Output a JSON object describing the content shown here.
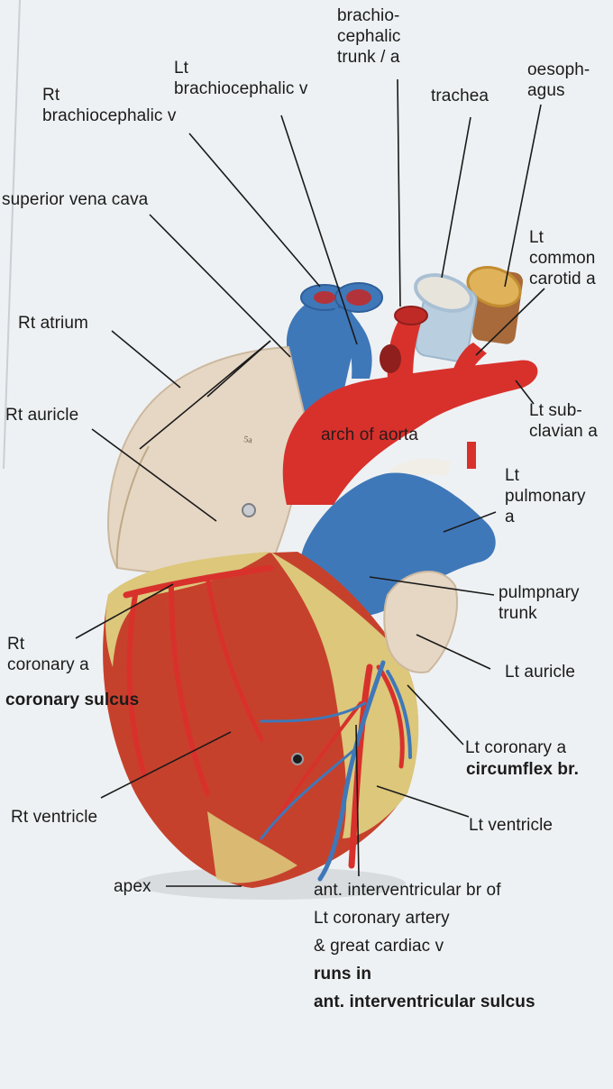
{
  "labels": {
    "brachiocephalic_trunk": "brachio-\ncephalic\ntrunk / a",
    "lt_brachiocephalic_v": "Lt\nbrachiocephalic v",
    "rt_brachiocephalic_v": "Rt\nbrachiocephalic v",
    "trachea": "trachea",
    "oesophagus": "oesoph-\nagus",
    "superior_vena_cava": "superior vena cava",
    "lt_common_carotid": "Lt\ncommon\ncarotid a",
    "rt_atrium": "Rt atrium",
    "rt_auricle": "Rt auricle",
    "lt_subclavian": "Lt sub-\nclavian a",
    "arch_of_aorta": "arch of aorta",
    "lt_pulmonary": "Lt\npulmonary\na",
    "pulmonary_trunk": "pulmpnary\ntrunk",
    "rt_coronary": "Rt\ncoronary a",
    "coronary_sulcus": "coronary sulcus",
    "lt_auricle": "Lt auricle",
    "lt_coronary": "Lt coronary a",
    "circumflex": "circumflex br.",
    "rt_ventricle": "Rt ventricle",
    "lt_ventricle": "Lt ventricle",
    "apex": "apex",
    "ant_interventricular": "ant. interventricular br of\nLt coronary artery\n& great cardiac v",
    "runs_in": "runs in\nant. interventricular sulcus"
  },
  "model_marks": {
    "rt_atrium_mark": "5a"
  },
  "colors": {
    "background": "#eef1f3",
    "vein_blue": "#3f78b9",
    "artery_red": "#d8312c",
    "muscle": "#c6412c",
    "fat_yellow": "#dcc77b",
    "atrium_cream": "#e6d7c4"
  }
}
